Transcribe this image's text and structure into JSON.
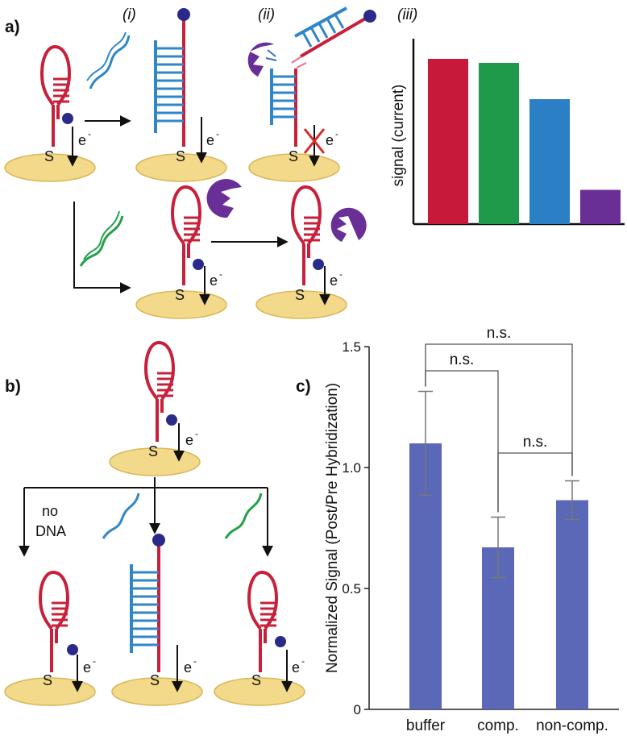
{
  "panels": {
    "a": "a)",
    "b": "b)",
    "c": "c)"
  },
  "sub_labels": {
    "i": "(i)",
    "ii": "(ii)",
    "iii": "(iii)"
  },
  "electron": "e",
  "electron_sup": "-",
  "sulfur": "S",
  "no_dna_line1": "no",
  "no_dna_line2": "DNA",
  "colors": {
    "hairpin": "#c8203a",
    "target": "#2f86c8",
    "noncomp": "#22a04a",
    "enzyme": "#6a2f96",
    "tag": "#2a2a8a",
    "electrode": "#f3d98a",
    "bar_c": "#5b68b8"
  },
  "chart_data": [
    {
      "type": "bar",
      "title": "",
      "xlabel": "",
      "ylabel": "signal (current)",
      "categories": [
        "",
        "",
        "",
        ""
      ],
      "series": [
        {
          "values": [
            0.82,
            0.8,
            0.62,
            0.17
          ]
        }
      ],
      "bar_colors": [
        "#c71a3a",
        "#1f9a4a",
        "#2b7fc4",
        "#6a2f96"
      ],
      "ylim": [
        0,
        1
      ],
      "grid": false
    },
    {
      "type": "bar",
      "title": "",
      "xlabel": "",
      "ylabel": "Normalized Signal (Post/Pre Hybridization)",
      "categories": [
        "buffer",
        "comp.",
        "non-comp."
      ],
      "values": [
        1.1,
        0.67,
        0.865
      ],
      "error": [
        0.215,
        0.125,
        0.08
      ],
      "ylim": [
        0,
        1.5
      ],
      "yticks": [
        "0",
        "0.5",
        "1.0",
        "1.5"
      ],
      "grid": false,
      "annotations": [
        {
          "from": "buffer",
          "to": "comp.",
          "text": "n.s."
        },
        {
          "from": "comp.",
          "to": "non-comp.",
          "text": "n.s."
        },
        {
          "from": "buffer",
          "to": "non-comp.",
          "text": "n.s."
        }
      ]
    }
  ]
}
